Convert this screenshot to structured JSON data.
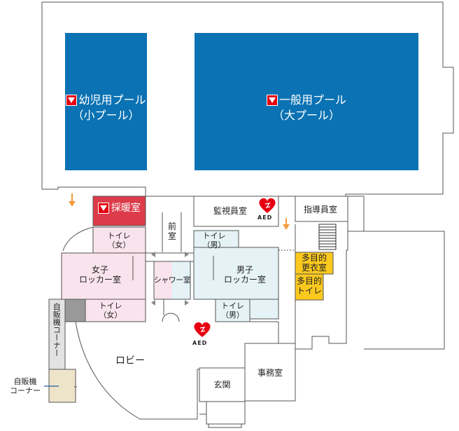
{
  "pools": {
    "kids": {
      "line1": "幼児用プール",
      "line2": "（小プール）"
    },
    "main": {
      "line1": "一般用プール",
      "line2": "（大プール）"
    }
  },
  "rooms": {
    "warming": "採暖室",
    "lifeguard": "監視員室",
    "instructor": "指導員室",
    "anteroom": [
      "前",
      "室"
    ],
    "toilet_f_top": [
      "トイレ",
      "（女）"
    ],
    "toilet_m_top": [
      "トイレ",
      "（男）"
    ],
    "women_locker": [
      "女子",
      "ロッカー室"
    ],
    "men_locker": [
      "男子",
      "ロッカー室"
    ],
    "shower": "シャワー室",
    "toilet_f_bottom": [
      "トイレ",
      "（女）"
    ],
    "toilet_m_bottom": [
      "トイレ",
      "（男）"
    ],
    "multi_changing": [
      "多目的",
      "更衣室"
    ],
    "multi_toilet": [
      "多目的",
      "トイレ"
    ],
    "vending_corner_vertical": "自販機コーナー",
    "lobby": "ロビー",
    "office": "事務室",
    "entrance": "玄関"
  },
  "callouts": {
    "vending": [
      "自販機",
      "コーナー"
    ]
  },
  "aed_label": "AED",
  "colors": {
    "pool": "#0b72b3",
    "warming": "#dc3b4a",
    "women": "#f9e3ec",
    "men": "#e5f3f7",
    "multipurpose": "#fbc81e",
    "vending_gray": "#e2e2e2",
    "vending_tan": "#eee4c9",
    "arrow": "#f39a3a",
    "aed": "#e60012"
  }
}
